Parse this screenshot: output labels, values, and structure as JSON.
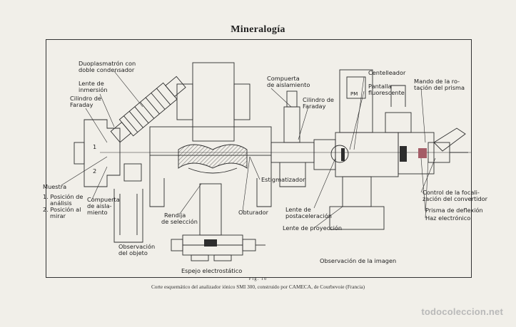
{
  "page": {
    "title": "Mineralogía",
    "figure_number": "Fig. 10",
    "caption": "Corte esquemático del analizador iónico SMI 300, construido por CAMECA, de Courbevoie (Francia)",
    "watermark": "todocoleccion.net"
  },
  "labels": {
    "duoplasmatron": [
      "Duoplasmatrón con",
      "doble condensador"
    ],
    "lente_inmersion": [
      "Lente de",
      "inmersión"
    ],
    "cilindro_faraday_left": [
      "Cilindro de",
      "Faraday"
    ],
    "compuerta_aislamiento_top": [
      "Compuerta",
      "de aislamiento"
    ],
    "cilindro_faraday_mid": [
      "Cilindro de",
      "Faraday"
    ],
    "centelleador": [
      "Centelleador"
    ],
    "pantalla": [
      "Pantalla",
      "fluorescente"
    ],
    "mando_prisma": [
      "Mando de la ro-",
      "tación del prisma"
    ],
    "muestra": [
      "Muestra"
    ],
    "posiciones": [
      "1. Posición de",
      "análisis",
      "2. Posición al",
      "mirar"
    ],
    "compuerta_aislamiento_bottom": [
      "Compuerta",
      "de aisla-",
      "miento"
    ],
    "estigmatizador": [
      "Estigmatizador"
    ],
    "control_focalizacion": [
      "Control de la focali-",
      "zación del convertidor"
    ],
    "rendija": [
      "Rendija",
      "de selección"
    ],
    "obturador": [
      "Obturador"
    ],
    "lente_postaceleracion": [
      "Lente de",
      "postaceleración"
    ],
    "prisma_deflexion": [
      "Prisma de deflexión"
    ],
    "haz_electronico": [
      "Haz electrónico"
    ],
    "lente_proyeccion": [
      "Lente de proyección"
    ],
    "observacion_objeto": [
      "Observación",
      "del objeto"
    ],
    "espejo": [
      "Espejo electrostático"
    ],
    "observacion_imagen": [
      "Observación de la imagen"
    ],
    "pm": "PM",
    "num_1": "1",
    "num_2": "2"
  }
}
